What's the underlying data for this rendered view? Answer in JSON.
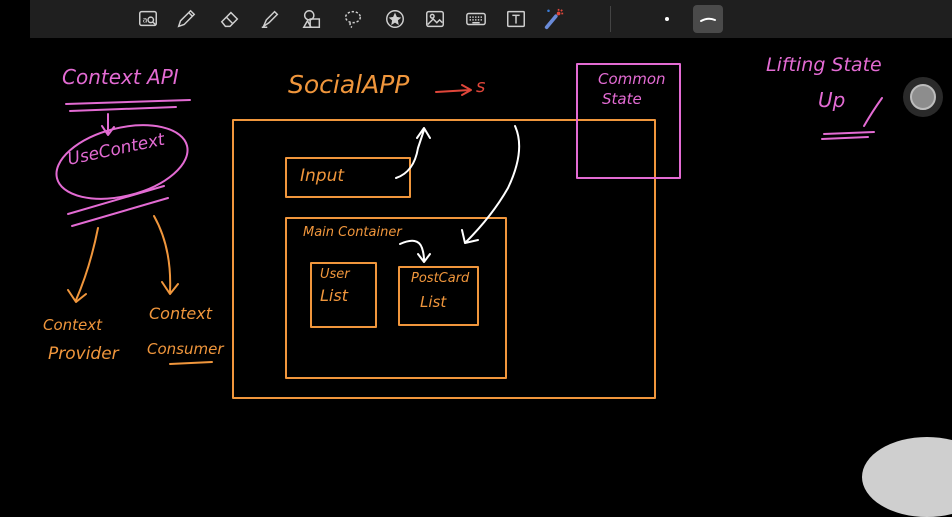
{
  "colors": {
    "toolbar_bg": "#1f1f1f",
    "canvas_bg": "#000000",
    "orange_ink": "#f0963c",
    "pink_ink": "#e36bd3",
    "red_ink": "#e0463a",
    "white_ink": "#ffffff"
  },
  "toolbar": {
    "tools": [
      {
        "name": "text-recognition-icon"
      },
      {
        "name": "pen-icon"
      },
      {
        "name": "eraser-icon"
      },
      {
        "name": "highlighter-icon"
      },
      {
        "name": "shapes-icon"
      },
      {
        "name": "lasso-icon"
      },
      {
        "name": "sticker-icon"
      },
      {
        "name": "image-icon"
      },
      {
        "name": "keyboard-icon"
      },
      {
        "name": "text-box-icon"
      },
      {
        "name": "laser-pointer-icon"
      }
    ]
  },
  "canvas": {
    "context_api": "Context API",
    "use_context": "UseContext",
    "context_provider_line1": "Context",
    "context_provider_line2": "Provider",
    "context_consumer_line1": "Context",
    "context_consumer_line2": "Consumer",
    "social_app": "SocialAPP",
    "arrow_s": "s",
    "input": "Input",
    "main_container": "Main Container",
    "user_list_line1": "User",
    "user_list_line2": "List",
    "postcard_list_line1": "PostCard",
    "postcard_list_line2": "List",
    "common_state_line1": "Common",
    "common_state_line2": "State",
    "lifting_state_line1": "Lifting State",
    "lifting_state_line2": "Up"
  }
}
